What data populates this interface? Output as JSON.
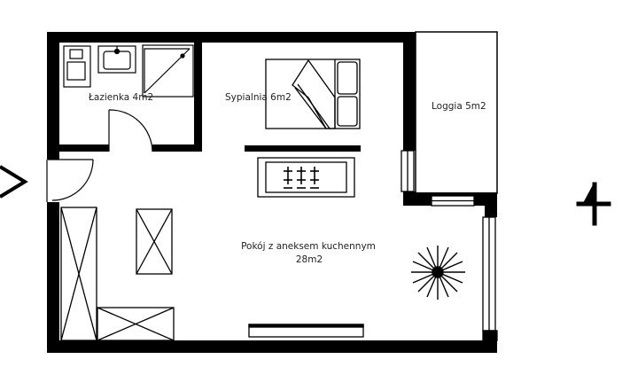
{
  "rooms": {
    "bathroom": "Łazienka 4m2",
    "bedroom": "Sypialnia 6m2",
    "loggia": "Loggia 5m2",
    "living_line1": "Pokój z aneksem kuchennym",
    "living_line2": "28m2"
  },
  "symbols": {
    "entrance": "entrance-arrow-icon",
    "north": "north-arrow-icon",
    "plant": "plant-icon"
  }
}
